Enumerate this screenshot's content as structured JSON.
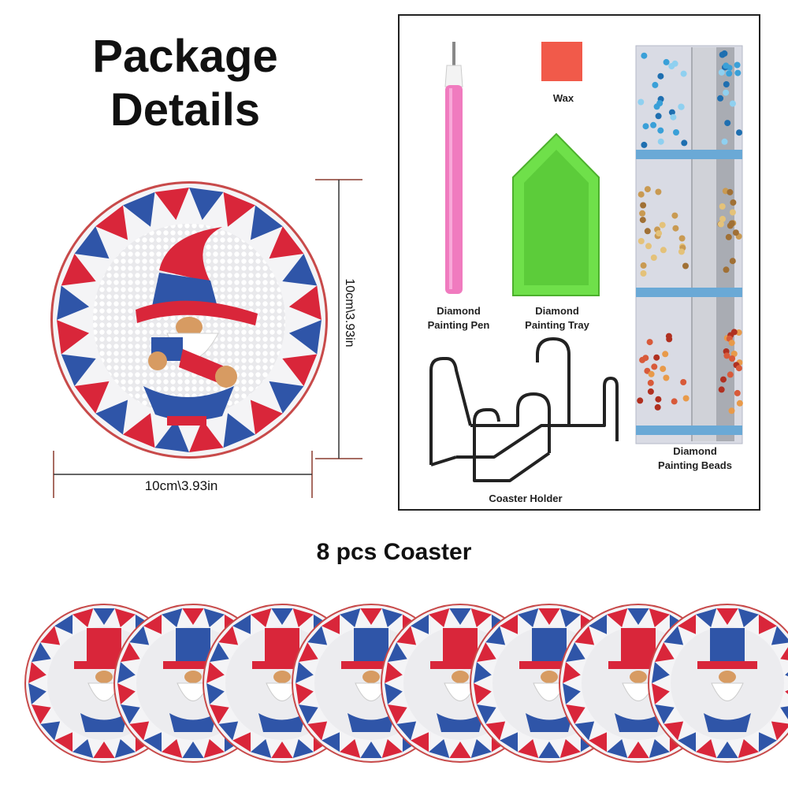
{
  "header": {
    "title_line1": "Package",
    "title_line2": "Details"
  },
  "dimensions": {
    "width_label": "10cm\\3.93in",
    "height_label": "10cm\\3.93in"
  },
  "package_items": {
    "pen": {
      "line1": "Diamond",
      "line2": "Painting Pen"
    },
    "wax": {
      "label": "Wax"
    },
    "tray": {
      "line1": "Diamond",
      "line2": "Painting Tray"
    },
    "beads": {
      "line1": "Diamond",
      "line2": "Painting Beads"
    },
    "holder": {
      "label": "Coaster Holder"
    }
  },
  "coasters_section": {
    "title": "8 pcs Coaster",
    "count": 8
  },
  "colors": {
    "red": "#d9263a",
    "blue": "#2f55a8",
    "white": "#f2f2f2",
    "wax": "#f15a4a",
    "pen": "#f07bbf",
    "tray": "#6fe04a"
  }
}
